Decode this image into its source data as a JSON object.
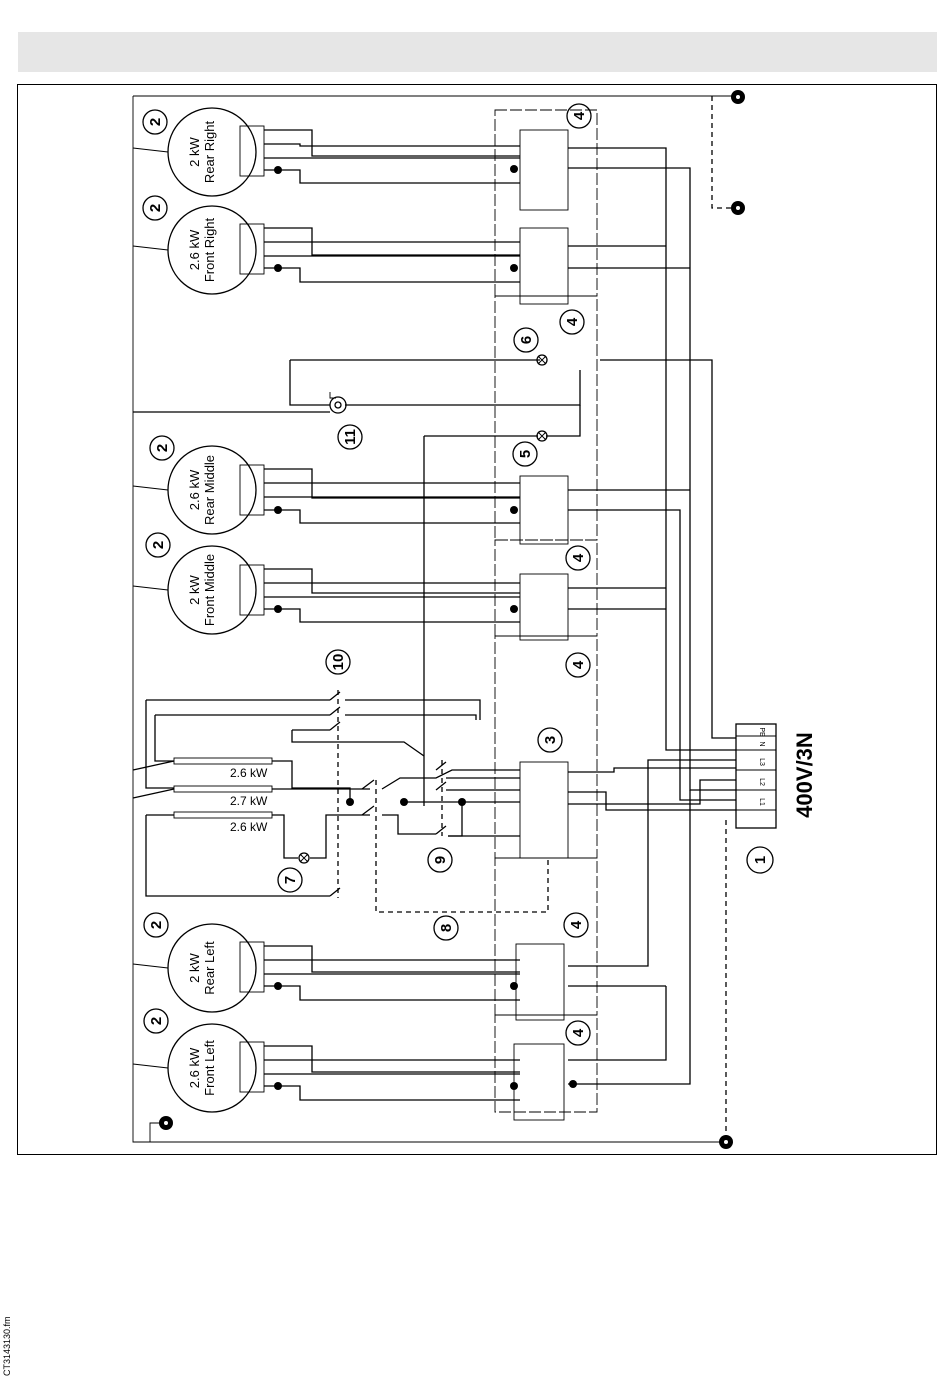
{
  "footer": {
    "file": "CT3143130.fm"
  },
  "supply": {
    "voltage": "400V/3N",
    "callout": "1",
    "terminals": [
      "PE",
      "N",
      "L3",
      "L2",
      "L1"
    ]
  },
  "zones": [
    {
      "power": "2 kW",
      "position": "Rear Right",
      "callout": "2"
    },
    {
      "power": "2.6 kW",
      "position": "Front Right",
      "callout": "2"
    },
    {
      "power": "2.6 kW",
      "position": "Rear Middle",
      "callout": "2"
    },
    {
      "power": "2 kW",
      "position": "Front Middle",
      "callout": "2"
    },
    {
      "power": "2 kW",
      "position": "Rear Left",
      "callout": "2"
    },
    {
      "power": "2.6 kW",
      "position": "Front Left",
      "callout": "2"
    }
  ],
  "oven_elements": [
    "2.6 kW",
    "2.7 kW",
    "2.6 kW"
  ],
  "callouts": {
    "regulators": [
      "4",
      "4",
      "4",
      "4",
      "4",
      "4"
    ],
    "main_switch": "3",
    "lamp_5": "5",
    "lamp_6": "6",
    "lamp_7": "7",
    "dashed_link": "8",
    "oven_switch": "9",
    "thermostat": "10",
    "fan": "11"
  }
}
